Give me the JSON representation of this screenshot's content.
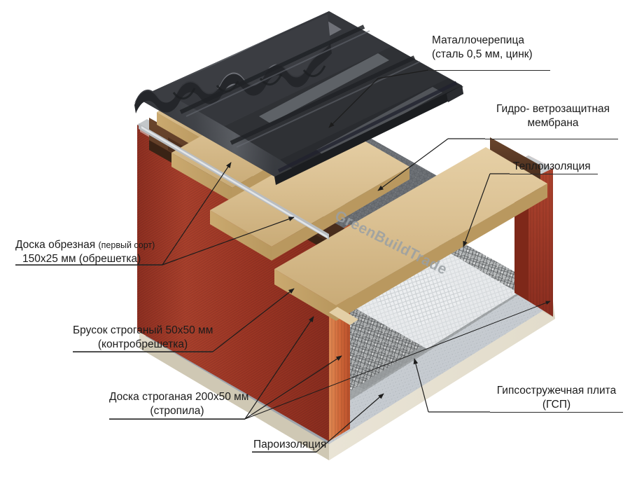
{
  "diagram": {
    "title_watermark": "GreenBuildTrade",
    "background_color": "#ffffff",
    "text_color": "#1b1b1b",
    "leader_color": "#2a2a2a",
    "labels": [
      {
        "name": "metal-tile",
        "line1": "Маталлочерепица",
        "line2": "(сталь 0,5 мм, цинк)"
      },
      {
        "name": "hydro-wind-membrane",
        "line1": "Гидро- ветрозащитная",
        "line2": "мембрана"
      },
      {
        "name": "thermal-insulation",
        "line1": "Теплоизоляция",
        "line2": ""
      },
      {
        "name": "edged-board-batten",
        "line1": "Доска обрезная",
        "line1_small": "(первый сорт)",
        "line2": "150х25 мм (обрешетка)"
      },
      {
        "name": "planed-bar-counter-batten",
        "line1": "Брусок строганый 50х50 мм",
        "line2": "(контробрешетка)"
      },
      {
        "name": "planed-board-rafter",
        "line1": "Доска строганая 200х50 мм",
        "line2": "(стропила)"
      },
      {
        "name": "vapour-barrier",
        "line1": "Пароизоляция",
        "line2": ""
      },
      {
        "name": "gypsum-fibre-board",
        "line1": "Гипсостружечная плита",
        "line2": "(ГСП)"
      }
    ],
    "materials": {
      "metal_tile_dark": "#3a3c40",
      "metal_tile_light": "#6e7277",
      "metal_tile_shadow": "#23252a",
      "batten_wood": "#dbc193",
      "batten_wood_dark": "#c3a571",
      "counter_batten": "#5c3a26",
      "counter_batten_dark": "#462b1b",
      "rafter_red": "#a33a28",
      "rafter_red_dark": "#8c2f20",
      "rafter_end_orange": "#d86a3c",
      "membrane_light": "#e9ecee",
      "membrane_grey": "#6f7479",
      "insulation_grey": "#b9bcbd",
      "vapour_barrier": "#c6cbd0",
      "gsp_board": "#e8e3d4",
      "gsp_edge": "#cfc8b4"
    }
  }
}
